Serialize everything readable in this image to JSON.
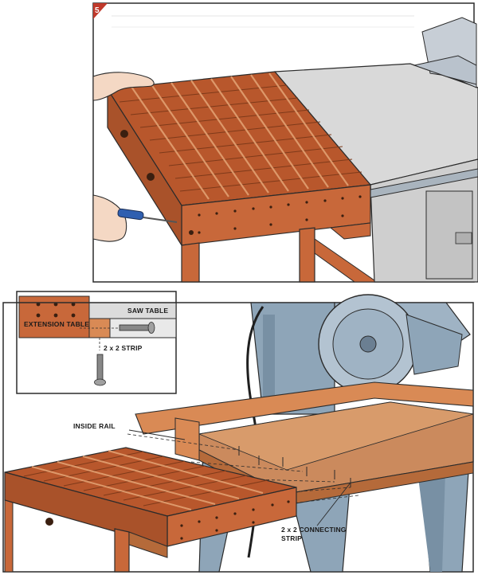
{
  "step_number": "5",
  "labels": {
    "saw_table": "SAW TABLE",
    "extension_table": "EXTENSION TABLE",
    "strip": "2 x 2 STRIP",
    "inside_rail": "INSIDE RAIL",
    "connecting_strip_line1": "2 x 2 CONNECTING",
    "connecting_strip_line2": "STRIP"
  },
  "colors": {
    "wood": "#c8683a",
    "wood_dark": "#9c4a26",
    "wood_light": "#e0a070",
    "steel": "#8ea5b8",
    "table_top": "#dcdcdc",
    "outline": "#2b2b2b"
  }
}
